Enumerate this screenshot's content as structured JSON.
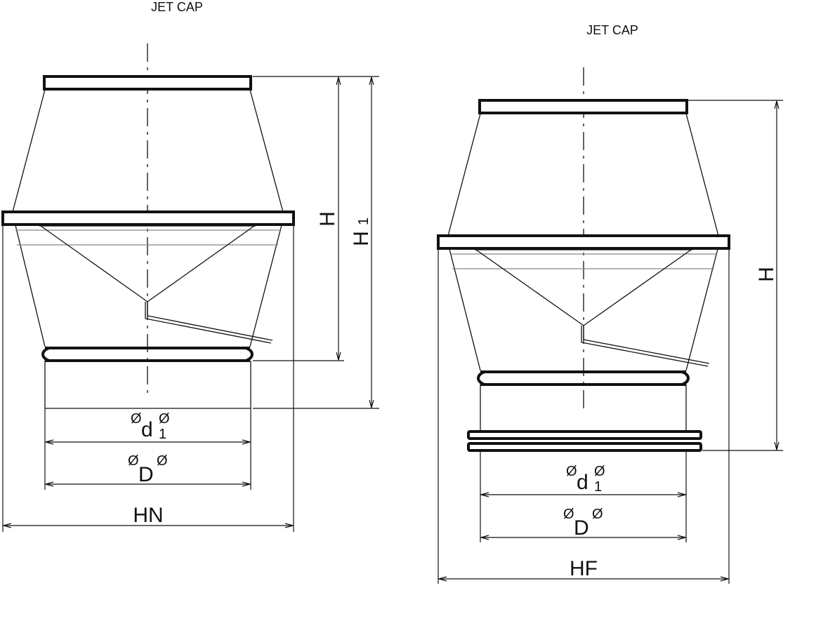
{
  "left_drawing": {
    "title": "JET CAP",
    "dim_height": "H",
    "dim_height_total": "H",
    "dim_height_total_sub": "1",
    "dia_symbol": "Ø",
    "dim_d": "d",
    "dim_d_sub": "1",
    "dim_D": "D",
    "dim_width": "HN"
  },
  "right_drawing": {
    "title": "JET CAP",
    "dim_height": "H",
    "dia_symbol": "Ø",
    "dim_d": "d",
    "dim_d_sub": "1",
    "dim_D": "D",
    "dim_width": "HF"
  }
}
